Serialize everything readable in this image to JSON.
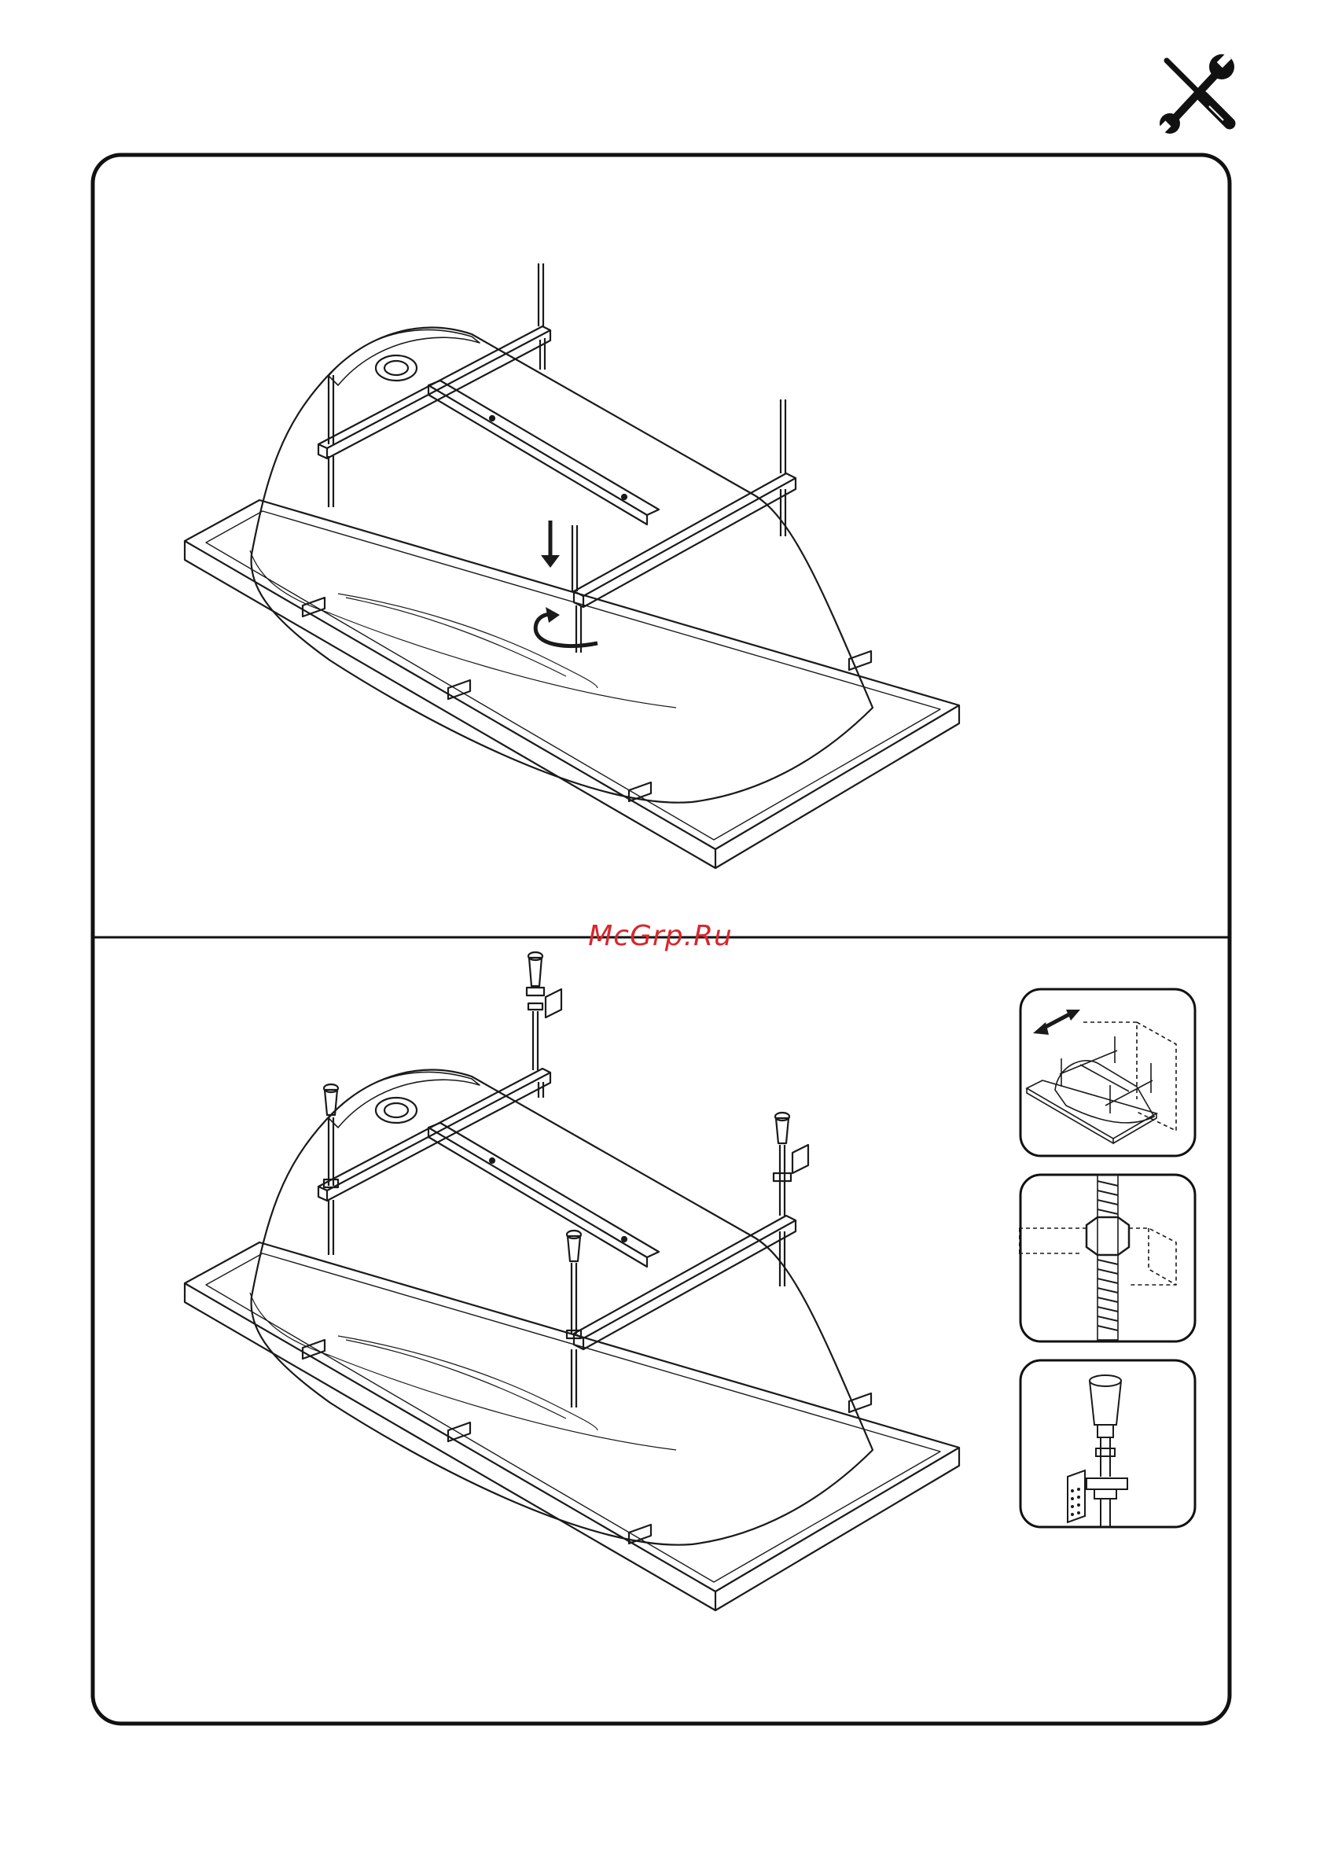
{
  "page": {
    "header_icon": "tools-icon",
    "watermark": "McGrp.Ru"
  },
  "panels": [
    {
      "name": "step-frame-placement",
      "icons": [
        "arrow-down-icon",
        "rotate-arrow-icon"
      ]
    },
    {
      "name": "step-leg-installation",
      "icons": []
    }
  ],
  "details": [
    {
      "name": "detail-wall-distance",
      "icons": [
        "double-arrow-icon"
      ]
    },
    {
      "name": "detail-threaded-rod-nut",
      "icons": []
    },
    {
      "name": "detail-leg-bracket",
      "icons": []
    }
  ],
  "colors": {
    "line": "#1a1a1a",
    "watermark": "#d9262c",
    "background": "#ffffff"
  }
}
